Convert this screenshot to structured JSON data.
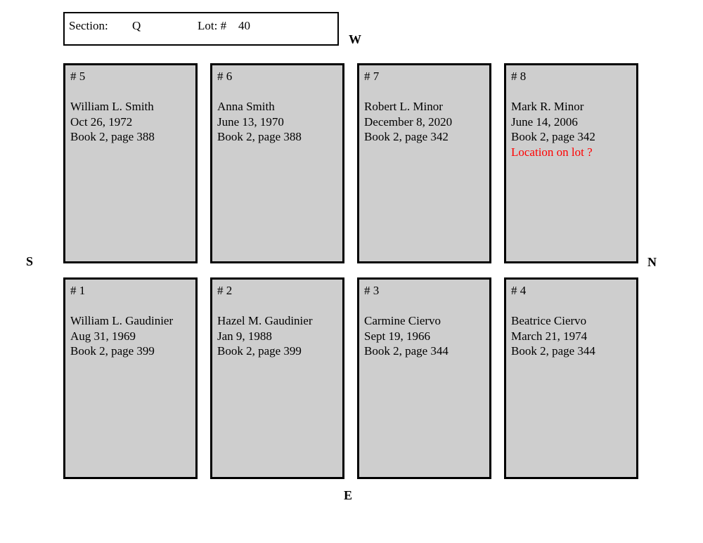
{
  "header": {
    "section_label": "Section:",
    "section_value": "Q",
    "lot_label": "Lot: #",
    "lot_value": "40"
  },
  "compass": {
    "west": "W",
    "north": "N",
    "south": "S",
    "east": "E"
  },
  "colors": {
    "plot_fill": "#cecece",
    "plot_border": "#000000",
    "note_text": "#ff0000",
    "background": "#ffffff"
  },
  "plots": [
    {
      "number": "# 5",
      "name": "William L. Smith",
      "date": "Oct 26, 1972",
      "book": "Book 2, page 388",
      "note": ""
    },
    {
      "number": "# 6",
      "name": "Anna Smith",
      "date": "June 13, 1970",
      "book": "Book 2, page 388",
      "note": ""
    },
    {
      "number": "# 7",
      "name": "Robert L. Minor",
      "date": "December 8, 2020",
      "book": "Book 2, page 342",
      "note": ""
    },
    {
      "number": "# 8",
      "name": "Mark R. Minor",
      "date": "June 14, 2006",
      "book": "Book 2, page 342",
      "note": "Location on lot ?"
    },
    {
      "number": "# 1",
      "name": "William L. Gaudinier",
      "date": "Aug 31, 1969",
      "book": "Book 2, page 399",
      "note": ""
    },
    {
      "number": "# 2",
      "name": "Hazel M. Gaudinier",
      "date": "Jan 9, 1988",
      "book": "Book 2, page 399",
      "note": ""
    },
    {
      "number": "# 3",
      "name": "Carmine Ciervo",
      "date": "Sept 19, 1966",
      "book": "Book 2, page 344",
      "note": ""
    },
    {
      "number": "# 4",
      "name": "Beatrice Ciervo",
      "date": "March 21, 1974",
      "book": "Book 2, page 344",
      "note": ""
    }
  ]
}
